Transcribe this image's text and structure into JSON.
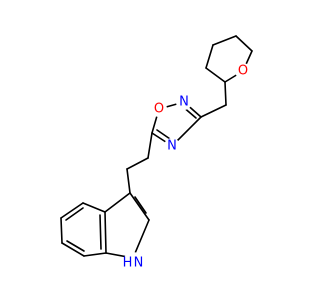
{
  "molecule": {
    "atom_labels": {
      "ring_oxygen_thf": "O",
      "oxadiazole_n2": "N",
      "oxadiazole_o1": "O",
      "oxadiazole_n4": "N",
      "indole_nh": "H N"
    },
    "colors": {
      "bond": "#000000",
      "oxygen": "#ff0000",
      "nitrogen": "#0000ff",
      "background": "#ffffff"
    }
  }
}
